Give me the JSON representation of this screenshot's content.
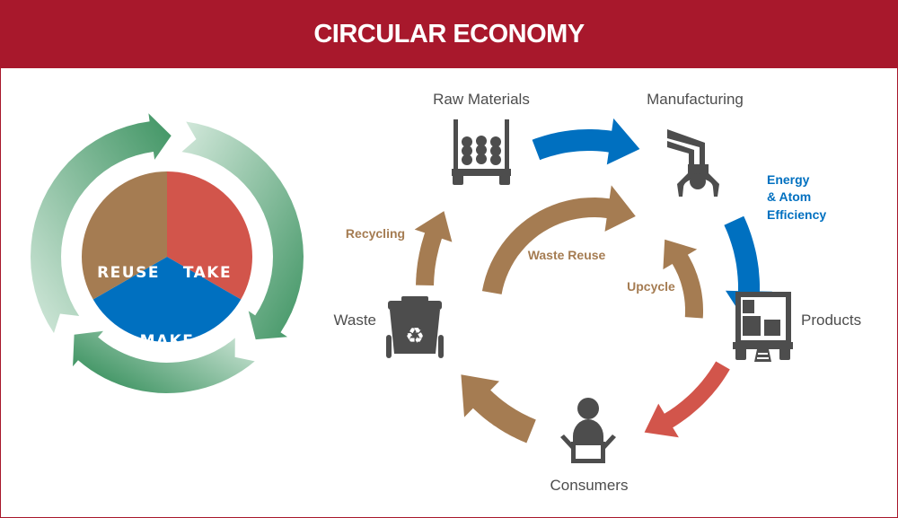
{
  "header": {
    "title": "CIRCULAR ECONOMY"
  },
  "pie": {
    "take": "TAKE",
    "make": "MAKE",
    "reuse": "REUSE"
  },
  "cycle": {
    "raw_materials": "Raw Materials",
    "manufacturing": "Manufacturing",
    "efficiency": [
      "Energy",
      "& Atom",
      "Efficiency"
    ],
    "products": "Products",
    "consumers": "Consumers",
    "waste": "Waste",
    "recycling": "Recycling",
    "waste_reuse": "Waste Reuse",
    "upcycle": "Upcycle"
  },
  "colors": {
    "header": "#a8182c",
    "brown": "#a57c52",
    "red": "#d2554b",
    "blue": "#0070c0",
    "gray": "#4d4d4d",
    "green": "#3f9463"
  }
}
